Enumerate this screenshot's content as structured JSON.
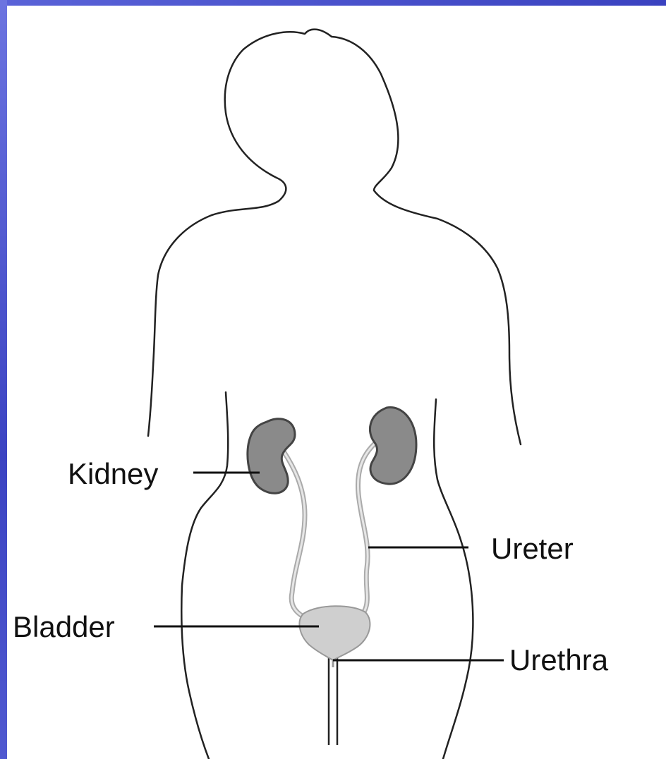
{
  "labels": {
    "kidney": "Kidney",
    "ureter": "Ureter",
    "bladder": "Bladder",
    "urethra": "Urethra"
  },
  "colors": {
    "frame": "#3f47c8",
    "background": "#ffffff",
    "outline": "#222222",
    "kidney_fill": "#8a8a8a",
    "ureter": "#c8c8c8",
    "bladder_fill": "#cfcfcf"
  }
}
